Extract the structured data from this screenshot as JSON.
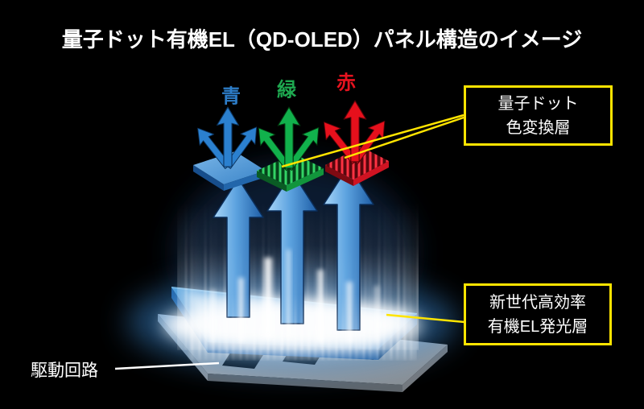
{
  "title": "量子ドット有機EL（QD-OLED）パネル構造のイメージ",
  "emission_labels": {
    "blue": "青",
    "green": "緑",
    "red": "赤"
  },
  "callouts": {
    "quantum_dot_layer": {
      "line1": "量子ドット",
      "line2": "色変換層"
    },
    "el_emission_layer": {
      "line1": "新世代高効率",
      "line2": "有機EL発光層"
    },
    "drive_circuit": {
      "label": "駆動回路"
    }
  },
  "colors": {
    "background": "#000000",
    "title_text": "#ffffff",
    "blue_label": "#2d7dc8",
    "green_label": "#1ea950",
    "red_label": "#e6131f",
    "callout_border": "#ffe400",
    "blue_arrow": "#2b80cf",
    "green_arrow": "#11b14c",
    "red_arrow": "#e6101c",
    "emission_plate": "#2f7fc9",
    "circuit_board": "#a8aeb4"
  }
}
